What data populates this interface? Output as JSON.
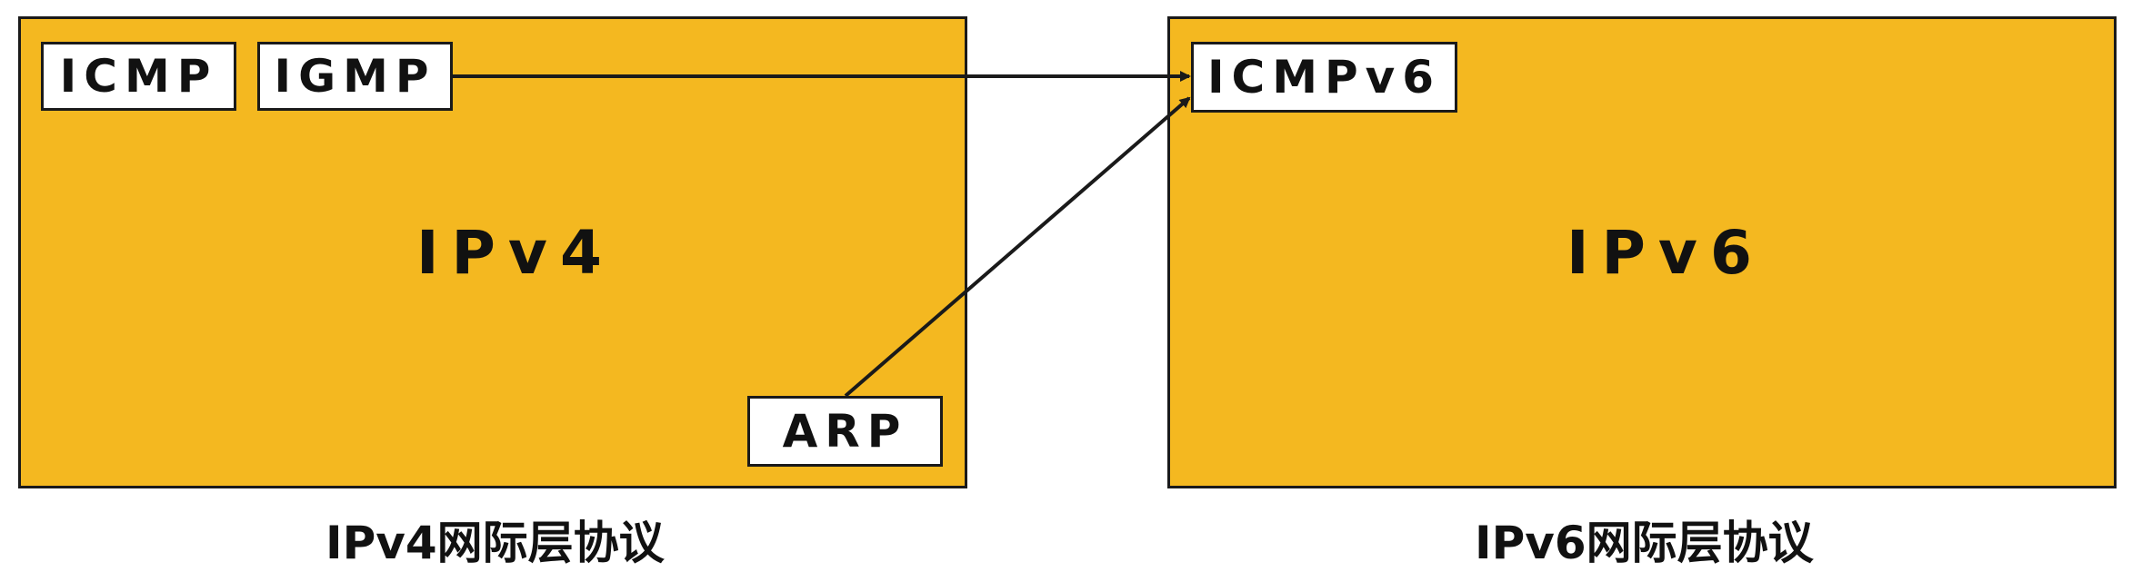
{
  "ipv4": {
    "title": "IPv4",
    "caption": "IPv4网际层协议",
    "protocols": {
      "icmp": "ICMP",
      "igmp": "IGMP",
      "arp": "ARP"
    }
  },
  "ipv6": {
    "title": "IPv6",
    "caption": "IPv6网际层协议",
    "protocols": {
      "icmpv6": "ICMPv6"
    }
  },
  "colors": {
    "panel_fill": "#F4B820",
    "box_fill": "#FFFFFF",
    "stroke": "#1A1A1A"
  }
}
